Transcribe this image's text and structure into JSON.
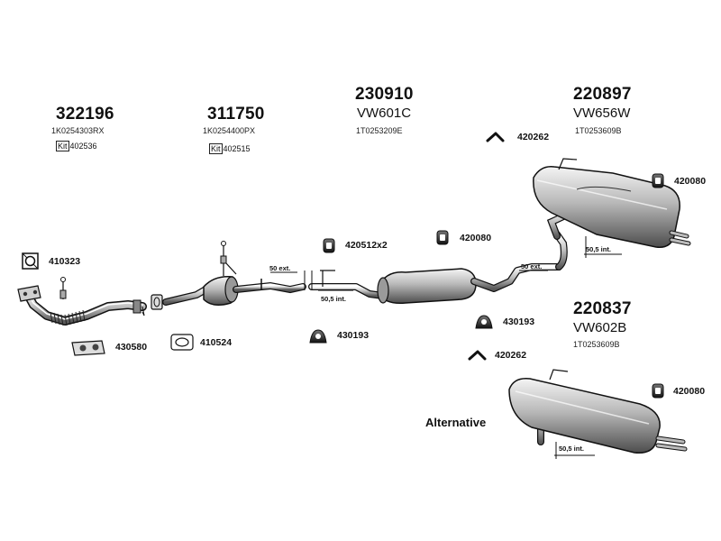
{
  "parts": {
    "p322196": {
      "number": "322196",
      "oe": "1K0254303RX",
      "kit_label": "Kit",
      "kit": "402536"
    },
    "p311750": {
      "number": "311750",
      "oe": "1K0254400PX",
      "kit_label": "Kit",
      "kit": "402515"
    },
    "p230910": {
      "number": "230910",
      "code": "VW601C",
      "oe": "1T0253209E"
    },
    "p220897": {
      "number": "220897",
      "code": "VW656W",
      "oe": "1T0253609B"
    },
    "p220837": {
      "number": "220837",
      "code": "VW602B",
      "oe": "1T0253609B"
    }
  },
  "callouts": {
    "c410323": "410323",
    "c430580": "430580",
    "c410524": "410524",
    "c420512": "420512x2",
    "c420080_mid": "420080",
    "c430193_left": "430193",
    "c430193_right": "430193",
    "c420262_top": "420262",
    "c420262_bottom": "420262",
    "c420080_top": "420080",
    "c420080_bottom": "420080"
  },
  "dimensions": {
    "d50ext_left": "50 ext.",
    "d50ext_right": "50 ext.",
    "d505_mid": "50,5 int.",
    "d505_top": "50,5 int.",
    "d505_bottom": "50,5 int."
  },
  "alternative_label": "Alternative"
}
